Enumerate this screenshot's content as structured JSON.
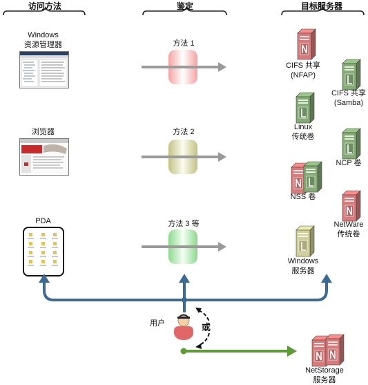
{
  "headers": {
    "access": "访问方法",
    "auth": "鉴定",
    "target": "目标服务器"
  },
  "clients": [
    {
      "label": "Windows\n资源管理器"
    },
    {
      "label": "浏览器"
    },
    {
      "label": "PDA"
    }
  ],
  "methods": [
    "方法 1",
    "方法 2",
    "方法 3 等"
  ],
  "servers": {
    "cifs_nfap": "CIFS 共享\n(NFAP)",
    "cifs_samba": "CIFS 共享\n(Samba)",
    "linux": "Linux\n传统卷",
    "ncp": "NCP 卷",
    "nss": "NSS 卷",
    "netware": "NetWare\n传统卷",
    "windows": "Windows\n服务器",
    "netstorage": "NetStorage\n服务器"
  },
  "user": {
    "label": "用户",
    "or": "或"
  },
  "colors": {
    "flow": "#3d6a94",
    "netstorage_path": "#5e9a35",
    "arrow": "#999999",
    "server_red": "#d97a7a",
    "server_green": "#86ac76",
    "server_tan": "#cfcf97"
  }
}
